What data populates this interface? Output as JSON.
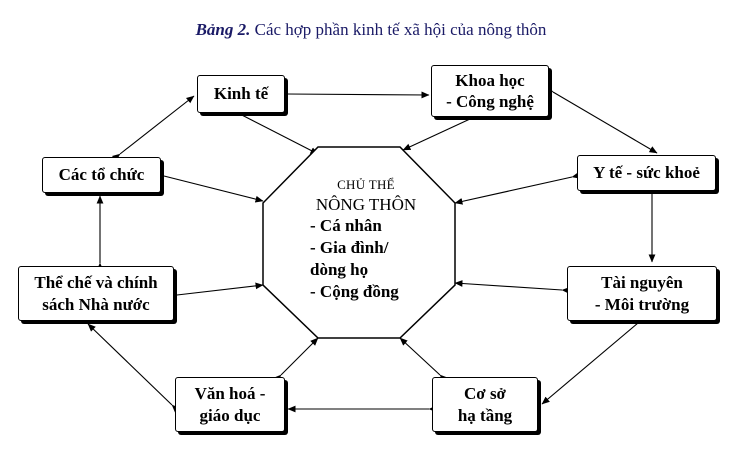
{
  "caption": {
    "label": "Bảng 2.",
    "text": " Các hợp phần kinh tế xã hội của nông thôn"
  },
  "center": {
    "title_line1": "CHỦ THỂ",
    "title_line2": "NÔNG THÔN",
    "items": [
      "- Cá nhân",
      "- Gia đình/",
      "dòng họ",
      "- Cộng đồng"
    ]
  },
  "nodes": {
    "kinh_te": {
      "lines": [
        "Kinh tế"
      ]
    },
    "khoa_hoc": {
      "lines": [
        "Khoa học",
        "- Công nghệ"
      ]
    },
    "cac_to_chuc": {
      "lines": [
        "Các tổ chức"
      ]
    },
    "y_te": {
      "lines": [
        "Y tế - sức khoẻ"
      ]
    },
    "the_che": {
      "lines": [
        "Thể chế và chính",
        "sách Nhà nước"
      ]
    },
    "tai_nguyen": {
      "lines": [
        "Tài nguyên",
        "- Môi trường"
      ]
    },
    "van_hoa": {
      "lines": [
        "Văn hoá -",
        "giáo dục"
      ]
    },
    "co_so": {
      "lines": [
        "Cơ sở",
        "hạ tầng"
      ]
    }
  },
  "links": [
    [
      "kinh_te",
      "khoa_hoc"
    ],
    [
      "khoa_hoc",
      "y_te"
    ],
    [
      "y_te",
      "tai_nguyen"
    ],
    [
      "tai_nguyen",
      "co_so"
    ],
    [
      "co_so",
      "van_hoa"
    ],
    [
      "van_hoa",
      "the_che"
    ],
    [
      "the_che",
      "cac_to_chuc"
    ],
    [
      "cac_to_chuc",
      "kinh_te"
    ],
    [
      "kinh_te",
      "center"
    ],
    [
      "khoa_hoc",
      "center"
    ],
    [
      "y_te",
      "center"
    ],
    [
      "tai_nguyen",
      "center"
    ],
    [
      "co_so",
      "center"
    ],
    [
      "van_hoa",
      "center"
    ],
    [
      "the_che",
      "center"
    ],
    [
      "cac_to_chuc",
      "center"
    ]
  ]
}
